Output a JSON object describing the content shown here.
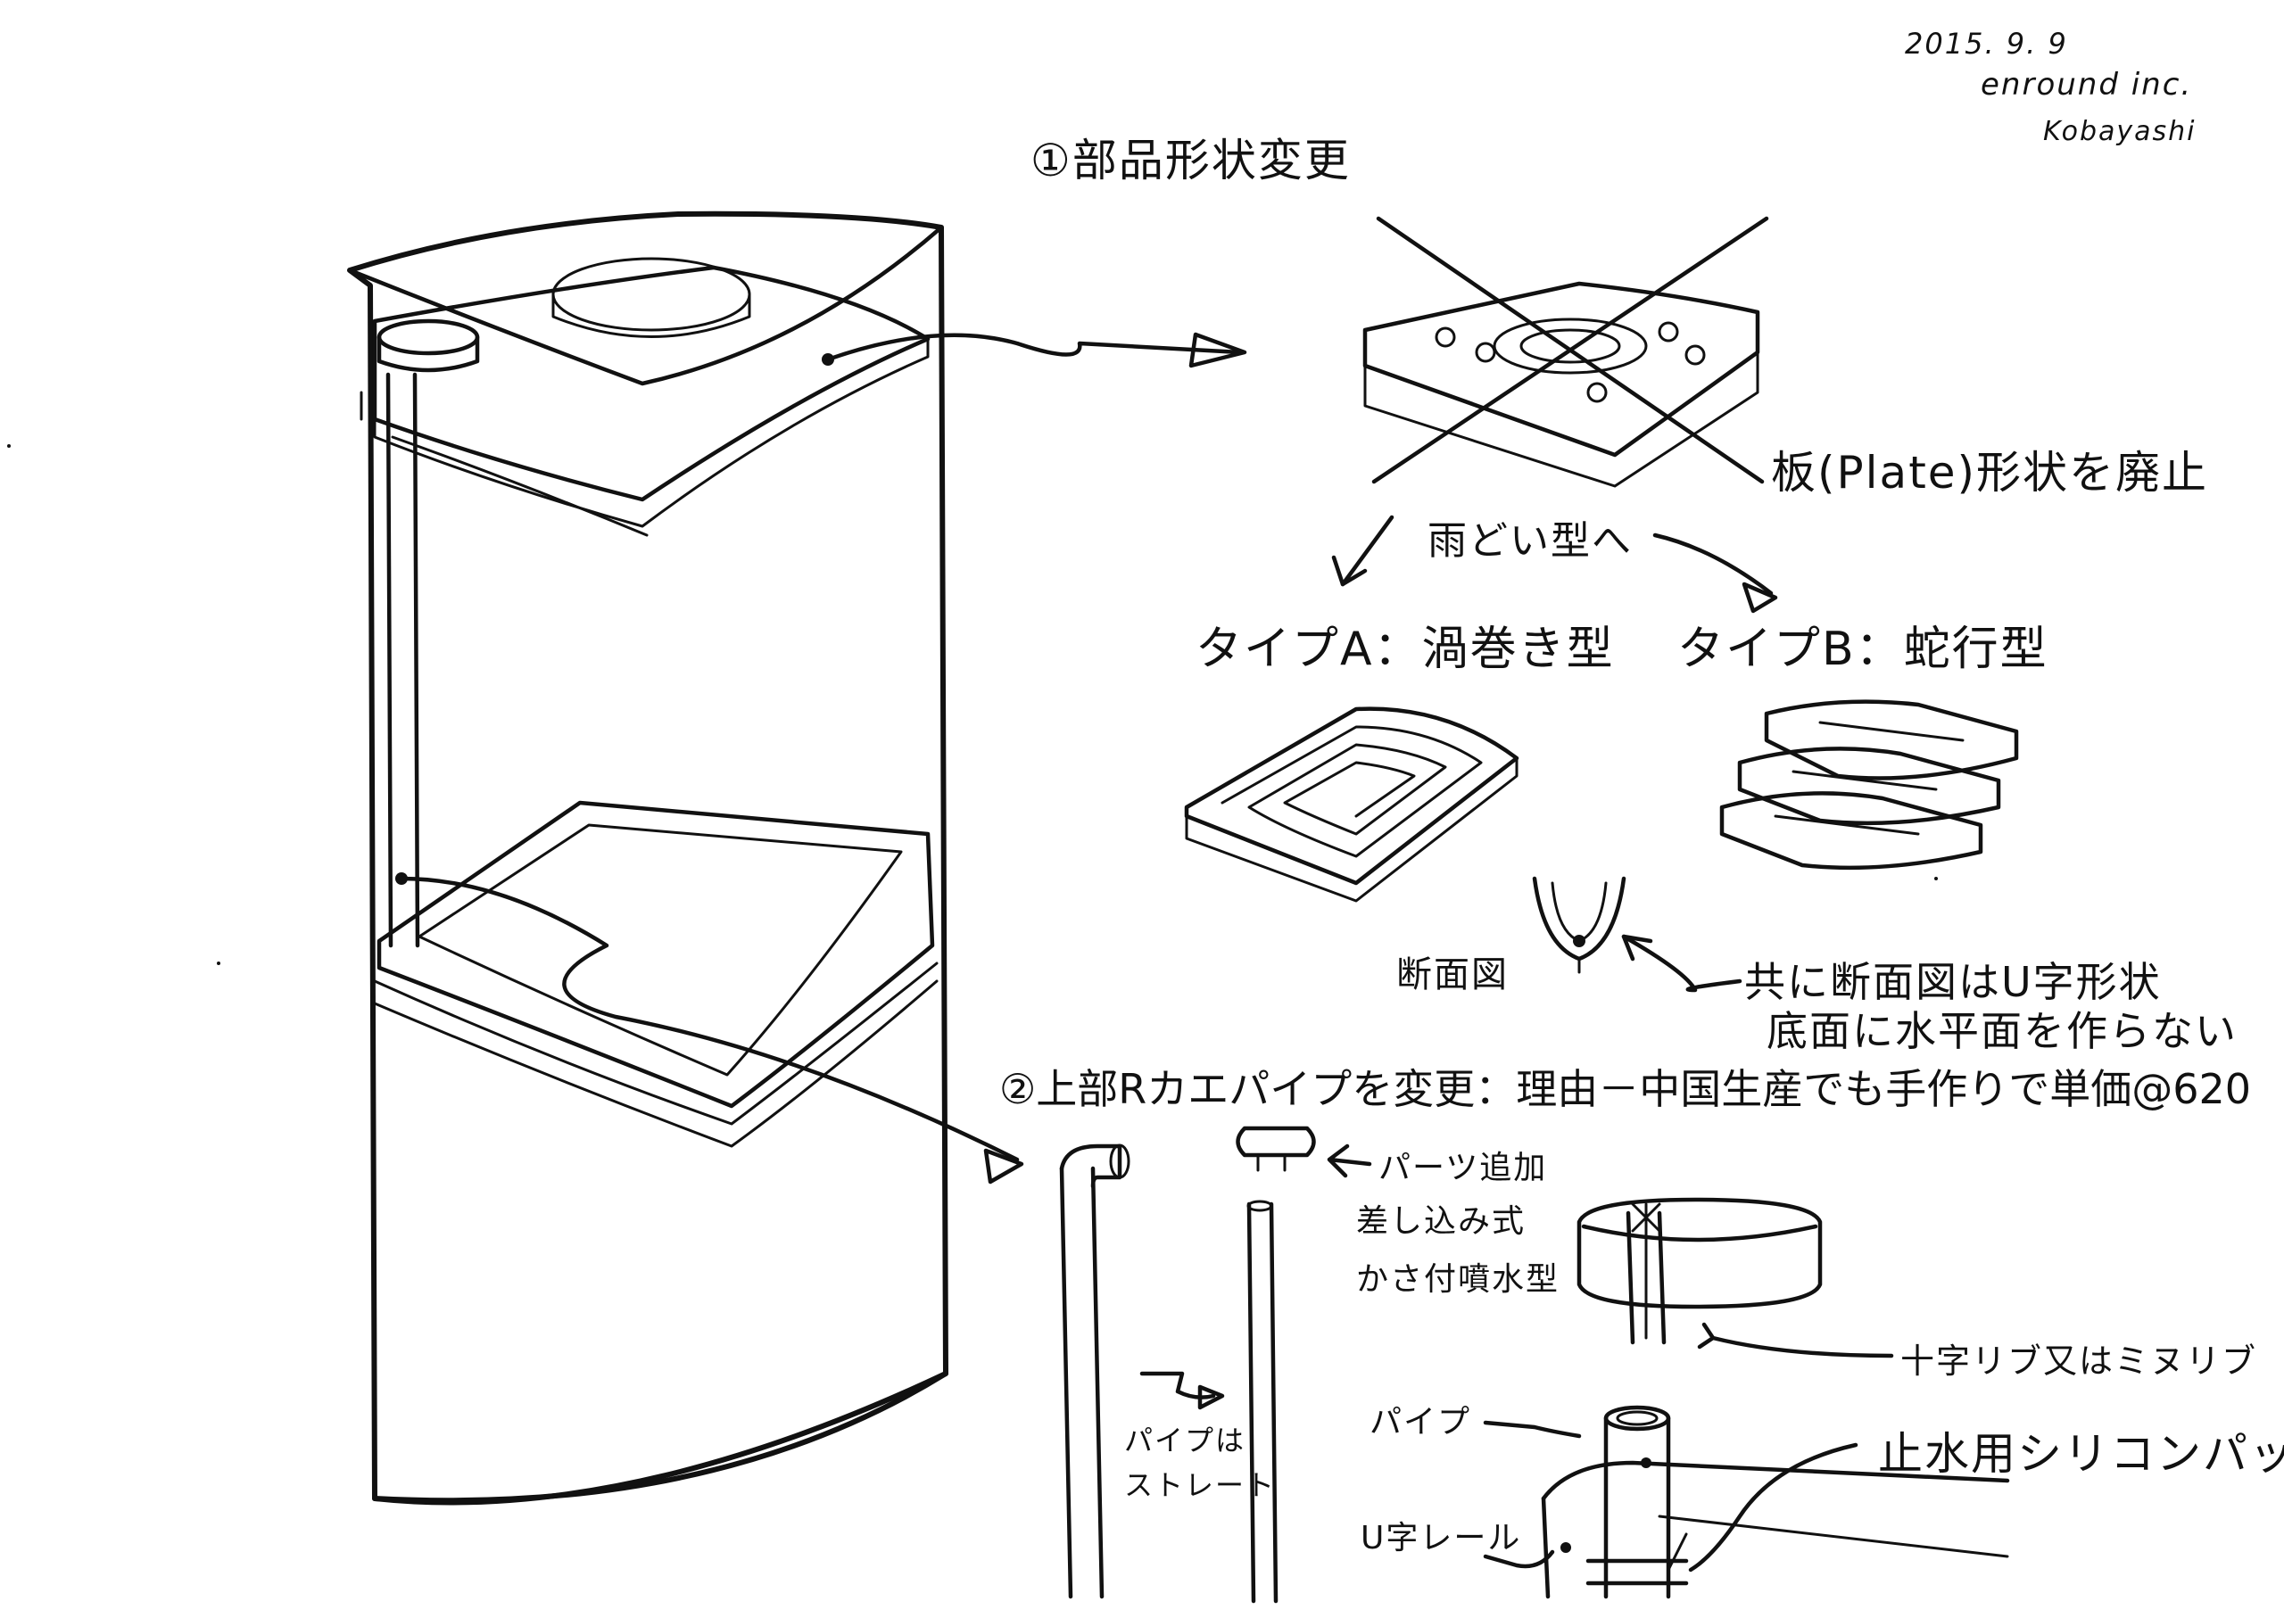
{
  "signature": {
    "date": "2015. 9. 9",
    "company": "enround inc.",
    "name": "Kobayashi"
  },
  "section1": {
    "heading": "①部品形状変更",
    "crossed_note": "板(Plate)形状を廃止",
    "branch_note": "雨どい型へ",
    "type_a": "タイプA：渦巻き型",
    "type_b": "タイプB：蛇行型",
    "section_label": "断面図",
    "note_line1": "共に断面図はU字形状",
    "note_line2": "底面に水平面を作らない"
  },
  "section2": {
    "heading": "②上部Rカエパイプを変更：理由－中国生産でも手作りで単価@620",
    "part_note_line1": "パーツ追加",
    "part_note_line2": "差し込み式",
    "part_note_line3": "かさ付噴水型",
    "pipe_note_line1": "パイプは",
    "pipe_note_line2": "ストレート",
    "rib_note": "十字リブ又はミヌリブ",
    "pipe_label": "パイプ",
    "rail_label": "U字レール",
    "packing_label": "止水用シリコンパッキン"
  }
}
